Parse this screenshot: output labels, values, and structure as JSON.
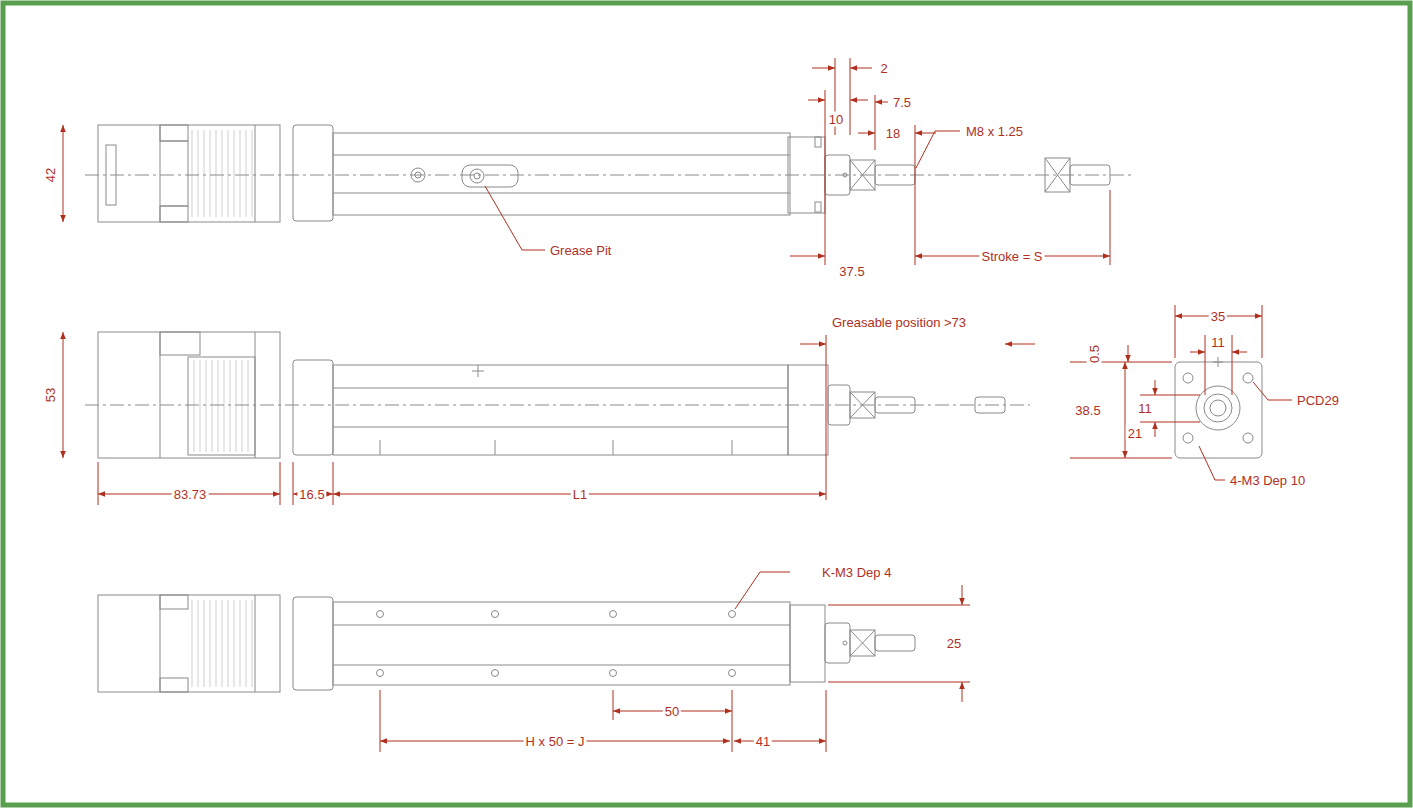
{
  "diagram": {
    "labels": [
      "2",
      "10",
      "7.5",
      "18",
      "M8 x 1.25",
      "42",
      "Grease Pit",
      "37.5",
      "Stroke = S",
      "Greasable position >73",
      "53",
      "35",
      "0.5",
      "11",
      "11",
      "38.5",
      "21",
      "PCD29",
      "4-M3 Dep 10",
      "83.73",
      "16.5",
      "L1",
      "K-M3 Dep 4",
      "25",
      "50",
      "H x 50 = J",
      "41"
    ]
  }
}
